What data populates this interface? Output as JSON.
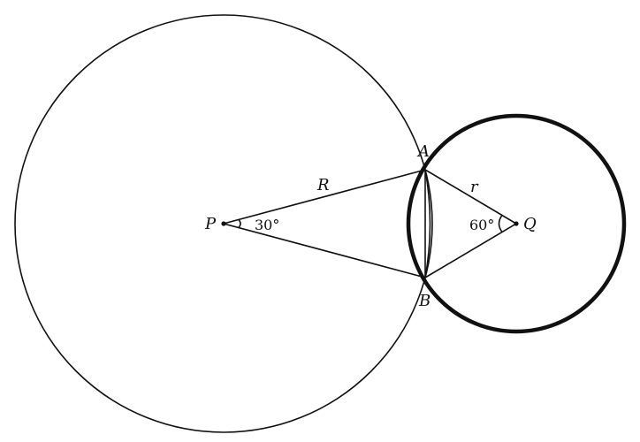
{
  "labels": {
    "P": "P",
    "Q": "Q",
    "A": "A",
    "B": "B",
    "R": "R",
    "r": "r"
  },
  "angles": {
    "at_P": "30°",
    "at_Q": "60°"
  },
  "colors": {
    "stroke": "#111111",
    "background": "#ffffff"
  }
}
